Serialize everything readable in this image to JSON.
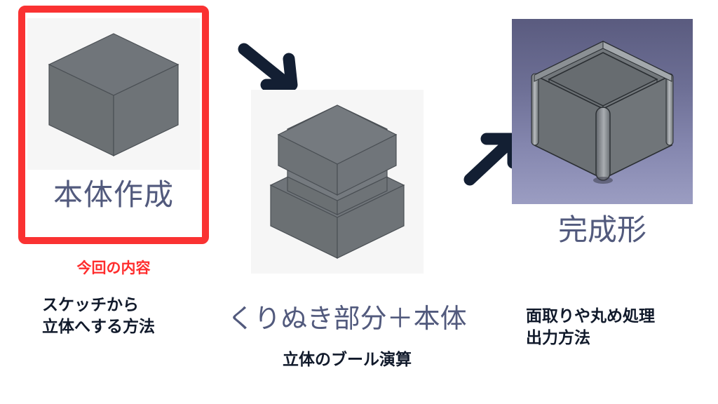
{
  "colors": {
    "highlight_red": "#fa3232",
    "badge_red": "#ff2d2d",
    "heading_slate": "#525a7d",
    "body_dark": "#111a2b",
    "arrow_navy": "#131f33",
    "solid_gray": "#6b7073",
    "viewport_light": "#f6f6f6",
    "viewport_gradient_top": "#5a5b7f",
    "viewport_gradient_bottom": "#9b9dc2"
  },
  "steps": [
    {
      "id": "step1",
      "title": "本体作成",
      "badge": "今回の内容",
      "description": "スケッチから\n立体へする方法",
      "highlighted": true,
      "model": "solid-cube"
    },
    {
      "id": "step2",
      "title": "くりぬき部分＋本体",
      "description": "立体のブール演算",
      "highlighted": false,
      "model": "cube-with-slab"
    },
    {
      "id": "step3",
      "title": "完成形",
      "description": "面取りや丸め処理\n出力方法",
      "highlighted": false,
      "model": "hollow-filleted-box"
    }
  ],
  "arrows": [
    {
      "id": "arrow-1",
      "direction": "down-right"
    },
    {
      "id": "arrow-2",
      "direction": "up-right"
    }
  ]
}
